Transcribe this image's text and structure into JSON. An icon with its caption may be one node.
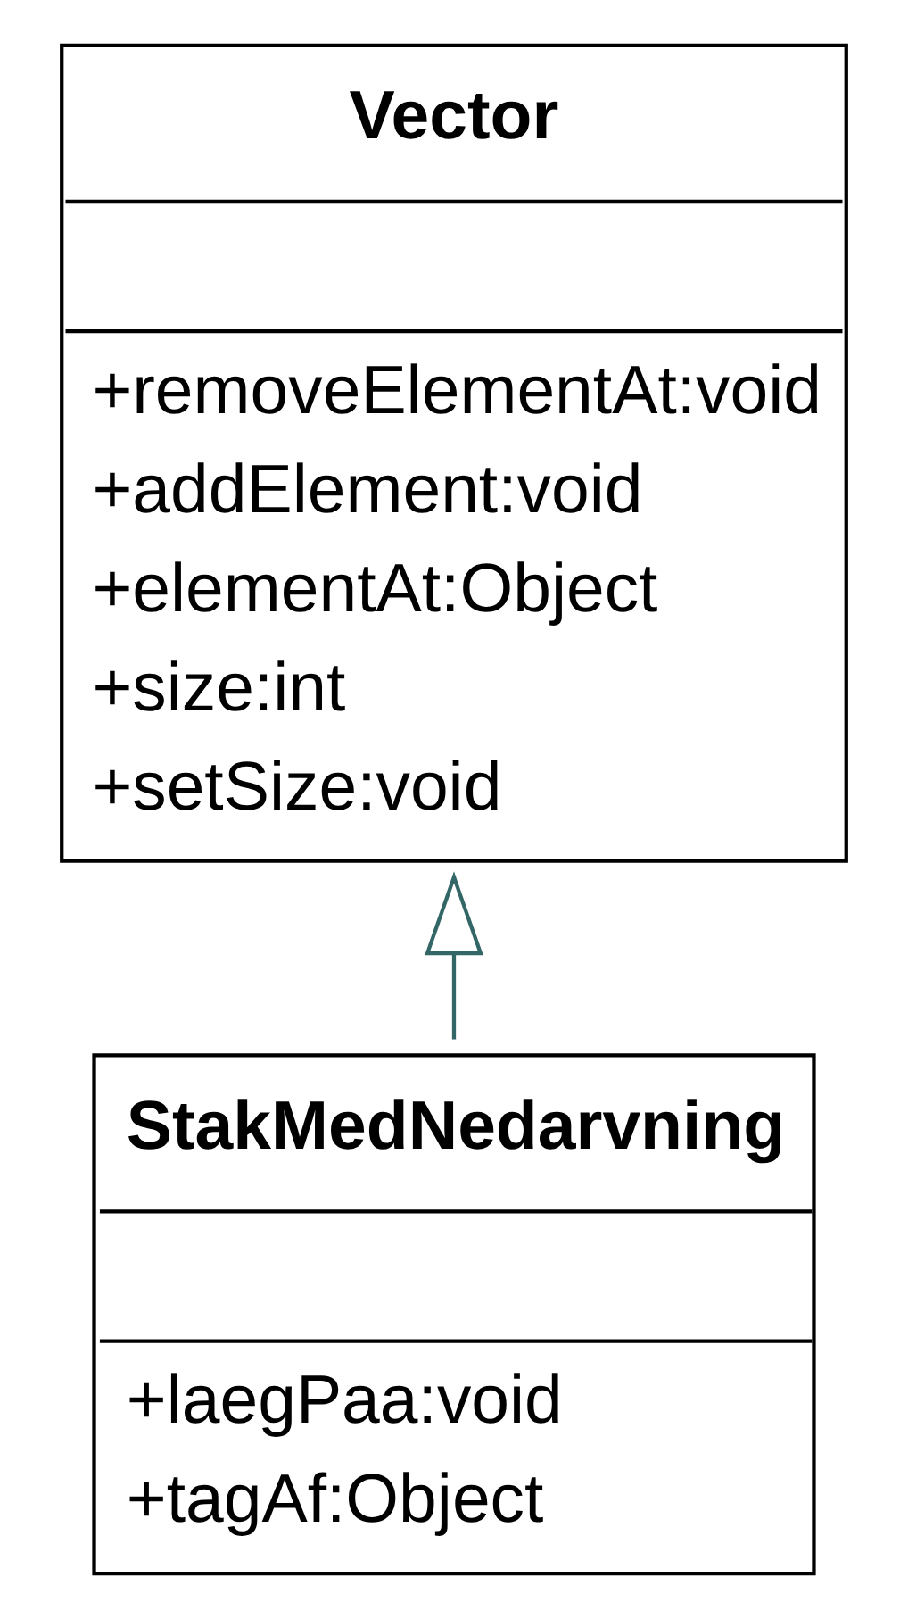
{
  "diagram": {
    "nodes": [
      {
        "text": [
          "Vector",
          "+removeElementAt:void",
          "+addElement:void",
          "+elementAt:Object",
          "+size:int",
          "+setSize:void"
        ]
      },
      {
        "text": [
          "StakMedNedarvning",
          "+laegPaa:void",
          "+tagAf:Object"
        ]
      }
    ],
    "edges": [
      {
        "from": 1,
        "to": 0,
        "arrow": "to",
        "color": "#336666"
      }
    ]
  }
}
